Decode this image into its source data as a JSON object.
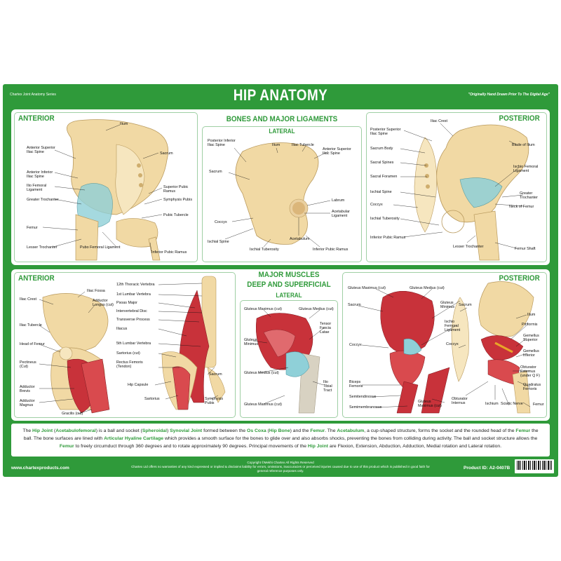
{
  "header": {
    "series": "Chartex Joint Anatomy Series",
    "title": "HIP ANATOMY",
    "tagline": "\"Originally Hand Drawn Prior To The Digital Age\""
  },
  "top": {
    "anterior_title": "ANTERIOR",
    "center_title": "BONES AND MAJOR LIGAMENTS",
    "lateral_title": "LATERAL",
    "posterior_title": "POSTERIOR",
    "anterior_labels": {
      "ilium": "Ilium",
      "asis": "Anterior Superior\nIliac Spine",
      "sacrum": "Sacrum",
      "aiis": "Anterior Inferior\nIliac Spine",
      "iliofemoral": "Ilio Femoral\nLigament",
      "greater_trochanter": "Greater Trochanter",
      "superior_pubic_ramus": "Superior Pubic\nRamus",
      "symphysis": "Symphysis Pubis",
      "pubic_tubercle": "Pubic Tubercle",
      "femur": "Femur",
      "lesser_trochanter": "Lesser Trochanter",
      "pubofemoral": "Pubo Femoral Ligament",
      "inferior_pubic_ramus": "Inferior Pubic Ramus"
    },
    "lateral_labels": {
      "psis": "Posterior Inferior\nIliac Spine",
      "ilium": "Ilium",
      "iliac_tubercle": "Iliac Tubercle",
      "asis": "Anterior Superior\nIliac Spine",
      "sacrum": "Sacrum",
      "labrum": "Labrum",
      "acetabular_ligament": "Acetabular\nLigament",
      "coccyx": "Coccyx",
      "acetabulum": "Acetabulum",
      "ischial_spine": "Ischial Spine",
      "ischial_tuberosity": "Ischial Tuberosity",
      "inferior_pubic_ramus": "Inferior Pubic Ramus"
    },
    "posterior_labels": {
      "iliac_crest": "Iliac Crest",
      "psis": "Posterior Superior\nIliac Spine",
      "blade": "Blade of Ilium",
      "sacrum_body": "Sacrum Body",
      "sacral_spines": "Sacral Spines",
      "ischio_femoral": "Ischio Femoral\nLigament",
      "sacral_foramen": "Sacral Foramen",
      "ischial_spine": "Ischial Spine",
      "greater_trochanter": "Greater\nTrochanter",
      "neck_femur": "Neck of Femur",
      "coccyx": "Coccyx",
      "ischial_tuberosity": "Ischial Tuberosity",
      "inferior_pubic_ramus": "Inferior Pubic Ramus",
      "lesser_trochanter": "Lesser Trochanter",
      "femur_shaft": "Femur Shaft"
    }
  },
  "bottom": {
    "anterior_title": "ANTERIOR",
    "center_title_1": "MAJOR MUSCLES",
    "center_title_2": "DEEP AND SUPERFICIAL",
    "lateral_title": "LATERAL",
    "posterior_title": "POSTERIOR",
    "anterior_labels": {
      "iliac_fossa": "Iliac Fossa",
      "iliac_crest": "Iliac Crest",
      "adductor_longus": "Adductor\nLongus (cut)",
      "iliac_tubercle": "Iliac Tubercle",
      "head_femur": "Head of Femur",
      "pectineus": "Pectineus\n(Cut)",
      "adductor_brevis": "Adductor\nBrevis",
      "adductor_magnus": "Adductor\nMagnus",
      "gracilis": "Gracilis (cut)"
    },
    "anterior2_labels": {
      "t12": "12th Thoracic Vertebra",
      "l1": "1st Lumbar Vertebra",
      "psoas": "Psoas Major",
      "disc": "Intervertebral Disc",
      "transverse": "Transverse Process",
      "iliacus": "Iliacus",
      "l5": "5th Lumbar Vertebra",
      "sartorius_cut": "Sartorius (cut)",
      "rectus": "Rectus Femoris\n(Tendon)",
      "sacrum": "Sacrum",
      "hip_capsule": "Hip Capsule",
      "sartorius": "Sartorius",
      "symphysis": "Symphysis\nPubis"
    },
    "lateral_labels": {
      "gmax_cut": "Gluteus Maximus (cut)",
      "gmed_cut": "Gluteus Medius (cut)",
      "tensor": "Tensor\nFascia\nLatae",
      "gmin": "Gluteus\nMinimus",
      "gmed": "Gluteus Medius (cut)",
      "iliotibial": "Ilio\nTibial\nTract",
      "gmax": "Gluteus Maximus (cut)"
    },
    "posterior1_labels": {
      "gmax_cut": "Gluteus Maximus (cut)",
      "gmed_cut": "Gluteus Medius (cut)",
      "sacrum": "Sacrum",
      "gmin": "Gluteus\nMinimus",
      "ischio": "Ischio\nFemoral\nLigament",
      "coccyx": "Coccyx",
      "biceps": "Biceps\nFemoris",
      "semitendinosus": "Semitendinosus",
      "semimembranosus": "Semimembranosus",
      "gmax_cut2": "Gluteus\nMaximus (cut)"
    },
    "posterior2_labels": {
      "sacrum": "Sacrum",
      "ilium": "Ilium",
      "piriformis": "Piriformis",
      "gem_sup": "Gemellus\nSuperior",
      "gem_inf": "Gemellus\nInferior",
      "coccyx": "Coccyx",
      "obturator_ext": "Obturator\nExternus\n(under Q F)",
      "quadratus": "Quadratus\nFemoris",
      "obturator_int": "Obturator\nInternus",
      "ischium": "Ischium",
      "sciatic": "Sciatic Nerve",
      "femur": "Femur"
    }
  },
  "description": {
    "parts": [
      [
        "The ",
        0
      ],
      [
        "Hip Joint",
        1
      ],
      [
        " (",
        0
      ],
      [
        "Acetabulofemoral",
        1
      ],
      [
        ") is a ball and socket (",
        0
      ],
      [
        "Spheroidal",
        1
      ],
      [
        ") ",
        0
      ],
      [
        "Synovial Joint",
        1
      ],
      [
        " formed between the ",
        0
      ],
      [
        "Os Coxa",
        1
      ],
      [
        " (",
        0
      ],
      [
        "Hip Bone",
        1
      ],
      [
        ") and the ",
        0
      ],
      [
        "Femur",
        1
      ],
      [
        ". The ",
        0
      ],
      [
        "Acetabulum",
        1
      ],
      [
        ", a cup-shaped structure, forms the socket and the rounded head of the ",
        0
      ],
      [
        "Femur",
        1
      ],
      [
        " the ball. The bone surfaces are lined with ",
        0
      ],
      [
        "Articular Hyaline Cartilage",
        1
      ],
      [
        " which provides a smooth surface for the bones to glide over and also absorbs shocks, preventing the bones from colliding during activity. The ball and socket structure allows the ",
        0
      ],
      [
        "Femur",
        1
      ],
      [
        " to freely circumduct through 360 degrees and to rotate approximately 90 degrees. Principal movements of the ",
        0
      ],
      [
        "Hip Joint",
        1
      ],
      [
        " are Flexion, Extension, Abduction, Adduction, Medial rotation and Lateral rotation.",
        0
      ]
    ]
  },
  "footer": {
    "url": "www.chartexproducts.com",
    "copyright": "Copyright ©Mekhi Chartex All Rights Reserved",
    "disclaimer": "Chartex Ltd offers no warranties of any kind expressed or implied & disclaims liability for errors, omissions, inaccuracies or perceived injuries caused due to use of this product which is published in good faith for general reference purposes only.",
    "product_id": "Product ID: A2-0407B"
  },
  "colors": {
    "brand_green": "#2f9a3a",
    "bone": "#f1d9a4",
    "muscle": "#c8323a",
    "ligament": "#8fd0d8"
  }
}
